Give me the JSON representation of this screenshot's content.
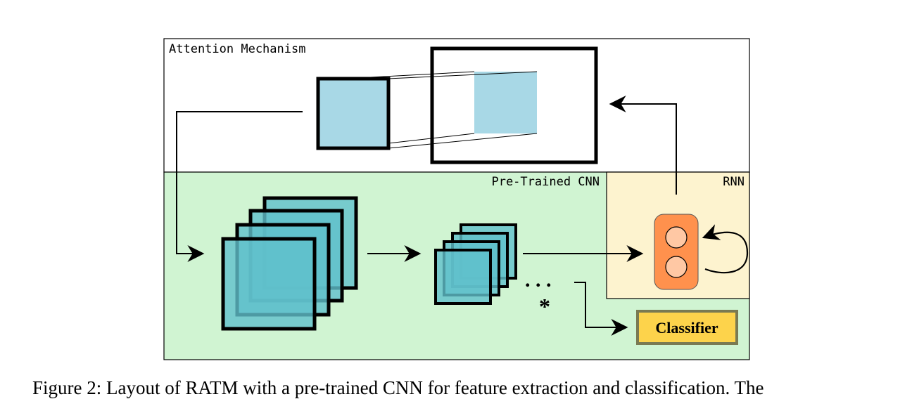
{
  "diagram": {
    "attention_label": "Attention Mechanism",
    "cnn_label": "Pre-Trained CNN",
    "rnn_label": "RNN",
    "classifier_label": "Classifier",
    "dots_label": ". . .",
    "star_label": "*"
  },
  "caption": {
    "text": "Figure 2: Layout of RATM with a pre-trained CNN for feature extraction and classification. The"
  },
  "colors": {
    "attention_bg": "#ffffff",
    "cnn_bg": "#d0f4d2",
    "rnn_bg": "#fdf3cf",
    "glimpse": "#a8d8e6",
    "feature_map": "#60c0cc",
    "rnn_cell": "#ff914d",
    "rnn_unit": "#ffc8a4",
    "classifier": "#fdd34b",
    "classifier_border": "#7a7a52"
  }
}
